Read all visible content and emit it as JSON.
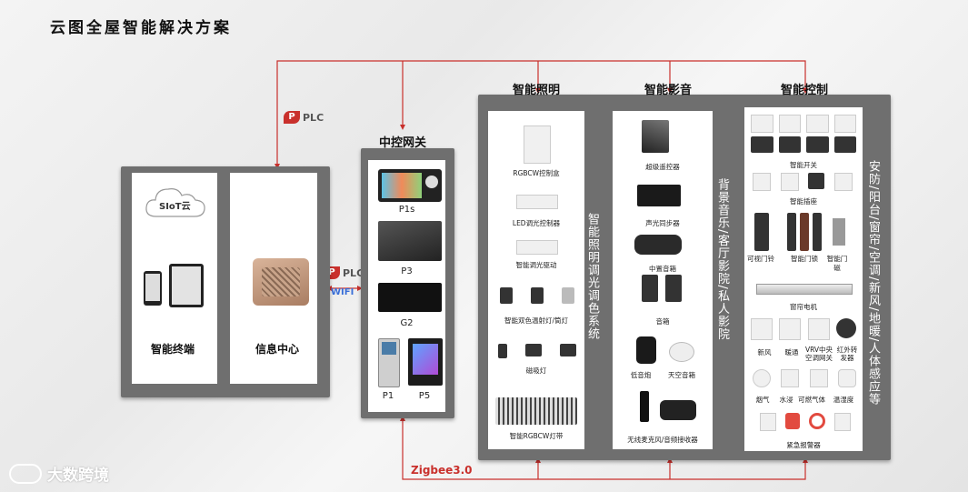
{
  "title": "云图全屋智能解决方案",
  "plc_label": "PLC",
  "wifi_label": "WIFI",
  "zigbee_label": "Zigbee3.0",
  "left_box": {
    "cloud_label": "SIoT云",
    "terminal_label": "智能终端",
    "info_center_label": "信息中心"
  },
  "gateway": {
    "title": "中控网关",
    "items": [
      "P1s",
      "P3",
      "G2",
      "P1",
      "P5"
    ]
  },
  "lighting": {
    "title": "智能照明",
    "side_text": "智能照明调光调色系统",
    "items": [
      "RGBCW控制盒",
      "LED调光控制器",
      "智能调光驱动",
      "智能双色温射灯/筒灯",
      "磁吸灯",
      "智能RGBCW灯带"
    ]
  },
  "av": {
    "title": "智能影音",
    "side_text": "背景音乐/客厅影院/私人影院",
    "items": [
      "超级遥控器",
      "声光同步器",
      "中置音箱",
      "音箱",
      "低音炮",
      "天空音箱",
      "无线麦克风/音频接收器"
    ]
  },
  "control": {
    "title": "智能控制",
    "side_text": "安防/阳台/窗帘/空调/新风/地暖/人体感应等",
    "items": [
      "智能开关",
      "智能插座",
      "可视门铃",
      "智能门锁",
      "智能门磁",
      "窗帘电机",
      "新风",
      "暖通",
      "VRV中央空调网关",
      "红外转发器",
      "烟气",
      "水浸",
      "可燃气体",
      "温湿度",
      "紧急报警器"
    ]
  },
  "watermark": "大数跨境",
  "colors": {
    "accent": "#c9302c",
    "box": "#6f6f6f"
  }
}
